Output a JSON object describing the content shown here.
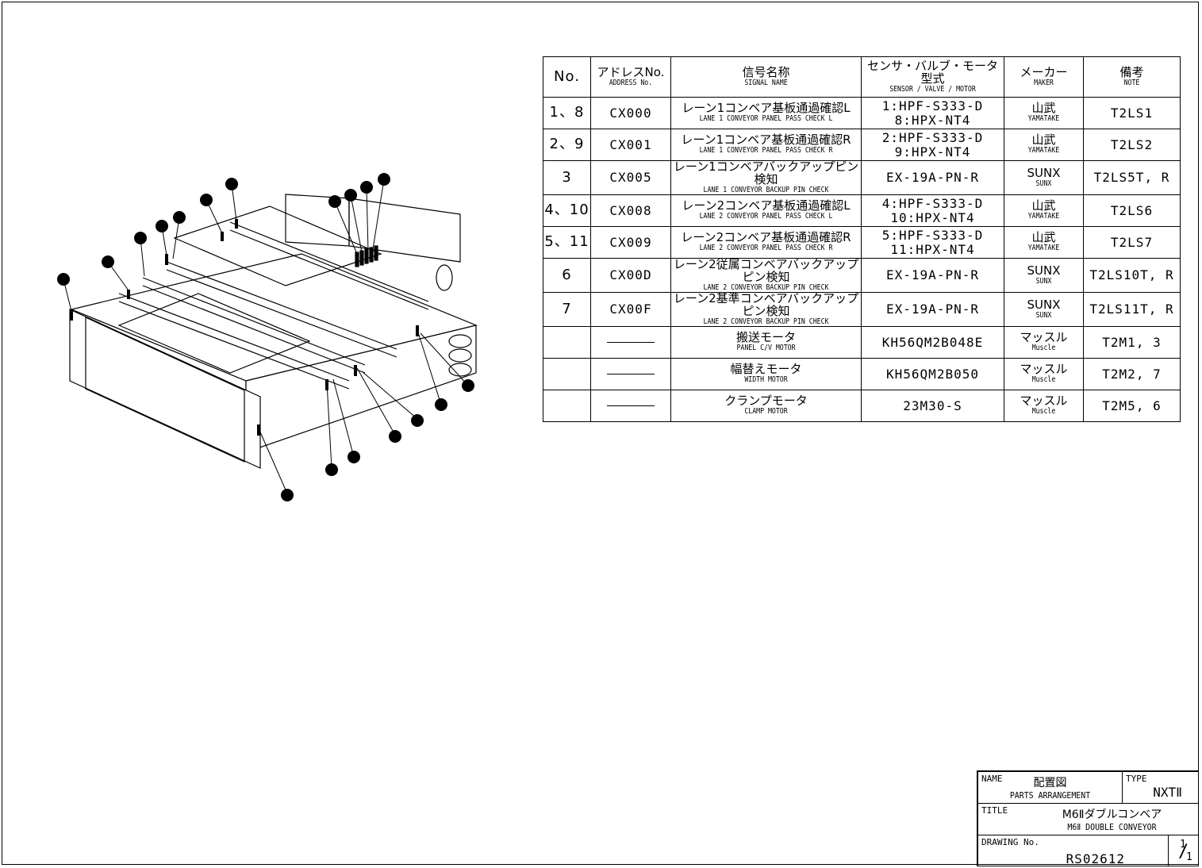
{
  "table": {
    "headers": [
      {
        "jp": "No.",
        "en": ""
      },
      {
        "jp": "アドレスNo.",
        "en": "ADDRESS No."
      },
      {
        "jp": "信号名称",
        "en": "SIGNAL NAME"
      },
      {
        "jp": "センサ・バルブ・モータ型式",
        "en": "SENSOR / VALVE / MOTOR"
      },
      {
        "jp": "メーカー",
        "en": "MAKER"
      },
      {
        "jp": "備考",
        "en": "NOTE"
      }
    ],
    "rows": [
      {
        "no": "1、8",
        "addr": "CX000",
        "sig_jp": "レーン1コンベア基板通過確認L",
        "sig_en": "LANE 1 CONVEYOR PANEL PASS CHECK L",
        "model1": "1:HPF-S333-D",
        "model2": "8:HPX-NT4",
        "maker_jp": "山武",
        "maker_en": "YAMATAKE",
        "note": "T2LS1"
      },
      {
        "no": "2、9",
        "addr": "CX001",
        "sig_jp": "レーン1コンベア基板通過確認R",
        "sig_en": "LANE 1 CONVEYOR PANEL PASS CHECK R",
        "model1": "2:HPF-S333-D",
        "model2": "9:HPX-NT4",
        "maker_jp": "山武",
        "maker_en": "YAMATAKE",
        "note": "T2LS2"
      },
      {
        "no": "3",
        "addr": "CX005",
        "sig_jp": "レーン1コンベアバックアップピン検知",
        "sig_en": "LANE 1 CONVEYOR BACKUP PIN CHECK",
        "model1": "EX-19A-PN-R",
        "model2": "",
        "maker_jp": "SUNX",
        "maker_en": "SUNX",
        "note": "T2LS5T, R"
      },
      {
        "no": "4、10",
        "addr": "CX008",
        "sig_jp": "レーン2コンベア基板通過確認L",
        "sig_en": "LANE 2 CONVEYOR PANEL PASS CHECK L",
        "model1": "4:HPF-S333-D",
        "model2": "10:HPX-NT4",
        "maker_jp": "山武",
        "maker_en": "YAMATAKE",
        "note": "T2LS6"
      },
      {
        "no": "5、11",
        "addr": "CX009",
        "sig_jp": "レーン2コンベア基板通過確認R",
        "sig_en": "LANE 2 CONVEYOR PANEL PASS CHECK R",
        "model1": "5:HPF-S333-D",
        "model2": "11:HPX-NT4",
        "maker_jp": "山武",
        "maker_en": "YAMATAKE",
        "note": "T2LS7"
      },
      {
        "no": "6",
        "addr": "CX00D",
        "sig_jp": "レーン2従属コンベアバックアップピン検知",
        "sig_en": "LANE 2 CONVEYOR BACKUP PIN CHECK",
        "model1": "EX-19A-PN-R",
        "model2": "",
        "maker_jp": "SUNX",
        "maker_en": "SUNX",
        "note": "T2LS10T, R"
      },
      {
        "no": "7",
        "addr": "CX00F",
        "sig_jp": "レーン2基準コンベアバックアップピン検知",
        "sig_en": "LANE 2 CONVEYOR BACKUP PIN CHECK",
        "model1": "EX-19A-PN-R",
        "model2": "",
        "maker_jp": "SUNX",
        "maker_en": "SUNX",
        "note": "T2LS11T, R"
      },
      {
        "no": "",
        "addr": "",
        "sig_jp": "搬送モータ",
        "sig_en": "PANEL C/V MOTOR",
        "model1": "KH56QM2B048E",
        "model2": "",
        "maker_jp": "マッスル",
        "maker_en": "Muscle",
        "note": "T2M1, 3"
      },
      {
        "no": "",
        "addr": "",
        "sig_jp": "幅替えモータ",
        "sig_en": "WIDTH MOTOR",
        "model1": "KH56QM2B050",
        "model2": "",
        "maker_jp": "マッスル",
        "maker_en": "Muscle",
        "note": "T2M2, 7"
      },
      {
        "no": "",
        "addr": "",
        "sig_jp": "クランプモータ",
        "sig_en": "CLAMP MOTOR",
        "model1": "23M30-S",
        "model2": "",
        "maker_jp": "マッスル",
        "maker_en": "Muscle",
        "note": "T2M5, 6"
      }
    ]
  },
  "title_block": {
    "name_label": "NAME",
    "name_jp": "配置図",
    "name_en": "PARTS ARRANGEMENT",
    "type_label": "TYPE",
    "type_value": "NXTⅡ",
    "title_label": "TITLE",
    "title_jp": "M6Ⅱダブルコンベア",
    "title_en": "M6Ⅱ DOUBLE CONVEYOR",
    "drawing_label": "DRAWING No.",
    "drawing_no": "RS02612",
    "sheet_num": "1",
    "sheet_den": "1"
  }
}
